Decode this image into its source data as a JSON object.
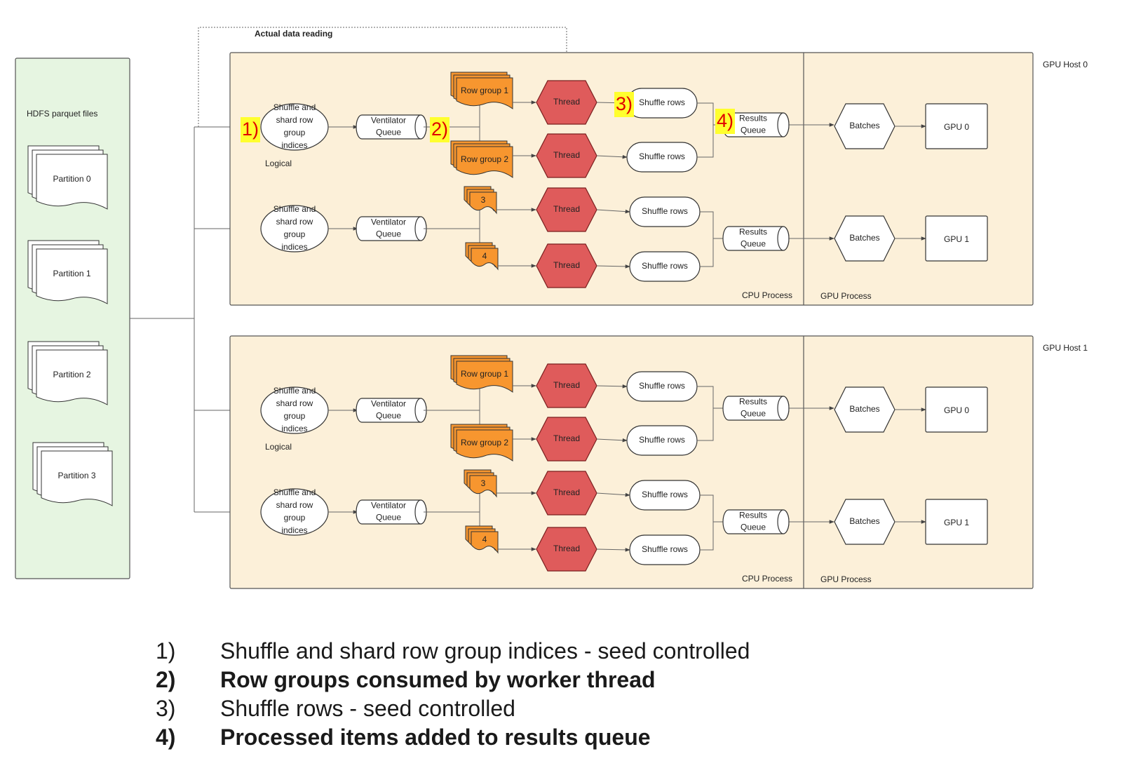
{
  "colors": {
    "hdfs_bg": "#e6f5e1",
    "host_bg": "#fcf0d9",
    "thread": "#df5b5b",
    "row_group": "#f7962f",
    "marker_bg": "#ffff2e",
    "marker_text": "#e00000"
  },
  "hdfs": {
    "title": "HDFS parquet files",
    "partitions": [
      "Partition 0",
      "Partition 1",
      "Partition 2",
      "Partition 3"
    ]
  },
  "actual_data_reading": "Actual data reading",
  "hosts": [
    {
      "label": "GPU Host 0",
      "cpu_label": "CPU Process",
      "gpu_label": "GPU Process",
      "logical_label": "Logical",
      "shuffle_shard": "Shuffle and shard row group indices",
      "ventilator": "Ventilator Queue",
      "results": "Results Queue",
      "thread": "Thread",
      "shuffle_rows": "Shuffle rows",
      "batches": "Batches",
      "row_groups": [
        "Row group 1",
        "Row group 2",
        "3",
        "4"
      ],
      "gpus": [
        "GPU 0",
        "GPU 1"
      ]
    },
    {
      "label": "GPU Host 1",
      "cpu_label": "CPU Process",
      "gpu_label": "GPU Process",
      "logical_label": "Logical",
      "shuffle_shard": "Shuffle and shard row group indices",
      "ventilator": "Ventilator Queue",
      "results": "Results Queue",
      "thread": "Thread",
      "shuffle_rows": "Shuffle rows",
      "batches": "Batches",
      "row_groups": [
        "Row group 1",
        "Row group 2",
        "3",
        "4"
      ],
      "gpus": [
        "GPU 0",
        "GPU 1"
      ]
    }
  ],
  "markers": [
    "1)",
    "2)",
    "3)",
    "4)"
  ],
  "legend": [
    {
      "num": "1)",
      "text": "Shuffle and shard row group indices - seed controlled",
      "bold": false
    },
    {
      "num": "2)",
      "text": "Row groups consumed by worker thread",
      "bold": true
    },
    {
      "num": "3)",
      "text": "Shuffle rows - seed controlled",
      "bold": false
    },
    {
      "num": "4)",
      "text": "Processed items added to results queue",
      "bold": true
    }
  ]
}
